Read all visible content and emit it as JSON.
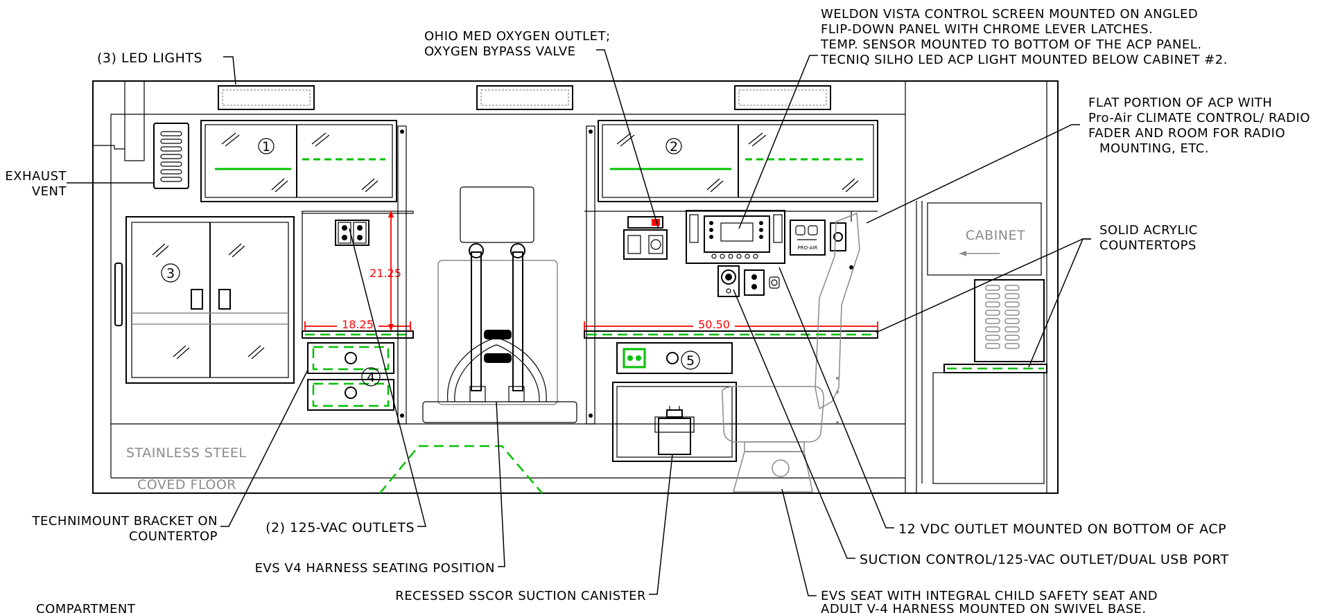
{
  "labels": {
    "led_lights": "(3) LED LIGHTS",
    "exhaust_vent_1": "EXHAUST",
    "exhaust_vent_2": "VENT",
    "oxygen_1": "OHIO MED OXYGEN OUTLET;",
    "oxygen_2": "OXYGEN BYPASS VALVE",
    "weldon_1": "WELDON VISTA CONTROL SCREEN MOUNTED ON ANGLED",
    "weldon_2": "FLIP-DOWN PANEL WITH CHROME LEVER LATCHES.",
    "weldon_3": "TEMP. SENSOR MOUNTED TO BOTTOM OF THE ACP PANEL.",
    "weldon_4": "TECNIQ SILHO LED ACP LIGHT MOUNTED BELOW CABINET #2.",
    "acp_1": "FLAT PORTION OF ACP WITH",
    "acp_2": "Pro-Air CLIMATE CONTROL/ RADIO",
    "acp_3": "FADER AND ROOM FOR RADIO",
    "acp_4": "MOUNTING, ETC.",
    "acrylic_1": "SOLID ACRYLIC",
    "acrylic_2": "COUNTERTOPS",
    "cabinet": "CABINET",
    "stainless": "STAINLESS STEEL",
    "coved": "COVED FLOOR",
    "technimount_1": "TECHNIMOUNT BRACKET ON",
    "technimount_2": "COUNTERTOP",
    "vac_outlets": "(2) 125-VAC OUTLETS",
    "harness_position": "EVS V4 HARNESS SEATING POSITION",
    "suction_canister": "RECESSED SSCOR SUCTION CANISTER",
    "vdc_outlet": "12 VDC OUTLET MOUNTED ON BOTTOM OF ACP",
    "suction_control": "SUCTION CONTROL/125-VAC OUTLET/DUAL USB PORT",
    "evs_seat_1": "EVS SEAT WITH INTEGRAL CHILD SAFETY SEAT AND",
    "evs_seat_2": "ADULT V-4 HARNESS MOUNTED ON SWIVEL BASE.",
    "compartment": "COMPARTMENT",
    "pro_air": "PRO-AIR"
  },
  "dimensions": {
    "height_outlets": "21.25",
    "width_left_counter": "18.25",
    "width_right_counter": "50.50"
  },
  "callouts": [
    "1",
    "2",
    "3",
    "4",
    "5"
  ],
  "colors": {
    "line": "#000000",
    "countertop_accent": "#00c000",
    "dimension": "#ff0000",
    "background_detail": "#8a8a8a"
  }
}
